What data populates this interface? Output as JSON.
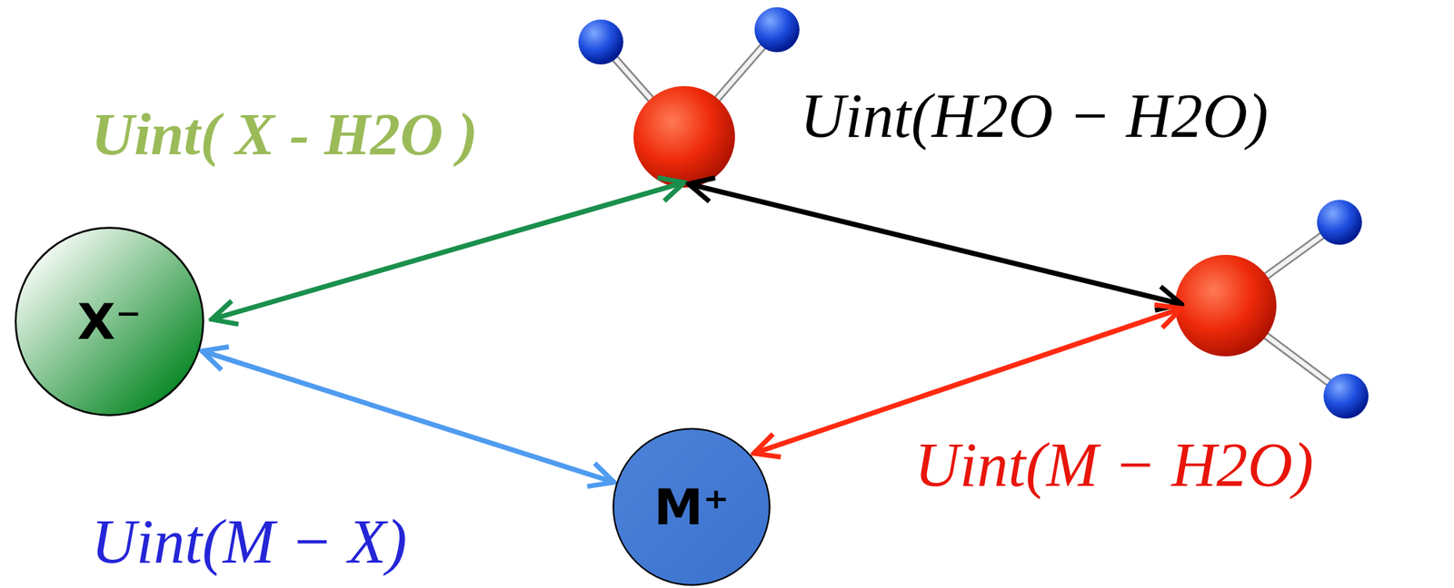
{
  "diagram": {
    "nodes": [
      {
        "text": [
          "X⁻"
        ]
      },
      {
        "text": [
          "M⁺"
        ]
      }
    ],
    "edges": [
      {
        "from": 0,
        "to": 1,
        "arrow": "both",
        "label": "Uint(M − X)"
      }
    ],
    "labels": [
      "Uint( X - H2O )",
      "Uint(H2O − H2O)",
      "Uint(M − H2O)"
    ]
  }
}
